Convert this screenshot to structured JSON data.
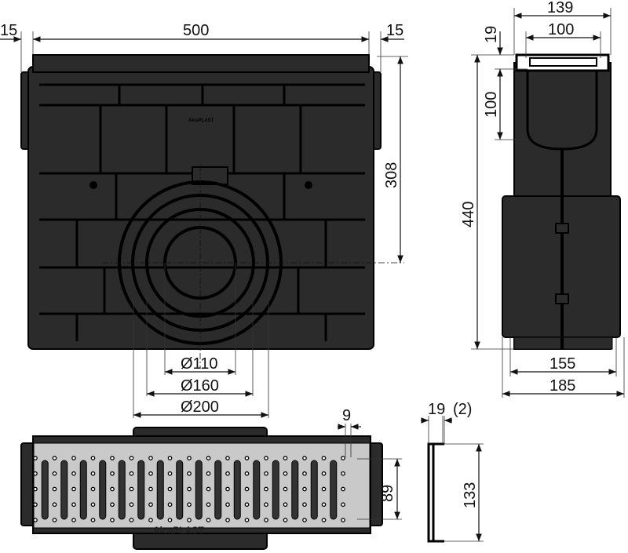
{
  "front_view": {
    "dims": {
      "left_lug": "15",
      "width": "500",
      "right_lug": "15",
      "outlet_height": "308",
      "d110": "Ø110",
      "d160": "Ø160",
      "d200": "Ø200"
    },
    "logo": "AlcaPLAST"
  },
  "side_view": {
    "dims": {
      "top_width": "139",
      "inner_width": "100",
      "lip": "19",
      "frame_depth": "100",
      "height": "440",
      "bottom_inner": "155",
      "bottom_outer": "185"
    }
  },
  "grate_view": {
    "dims": {
      "slot_width": "9",
      "slot_length": "89"
    },
    "logo": "AlcaPLAST",
    "slot_count": 16,
    "hole_columns": 17,
    "hole_rows": 5
  },
  "profile_view": {
    "dims": {
      "thickness": "19",
      "gap": "(2)",
      "height": "133"
    }
  },
  "colors": {
    "body": "#2b2b2b",
    "grate": "#c9c9c9",
    "line": "#111111"
  }
}
